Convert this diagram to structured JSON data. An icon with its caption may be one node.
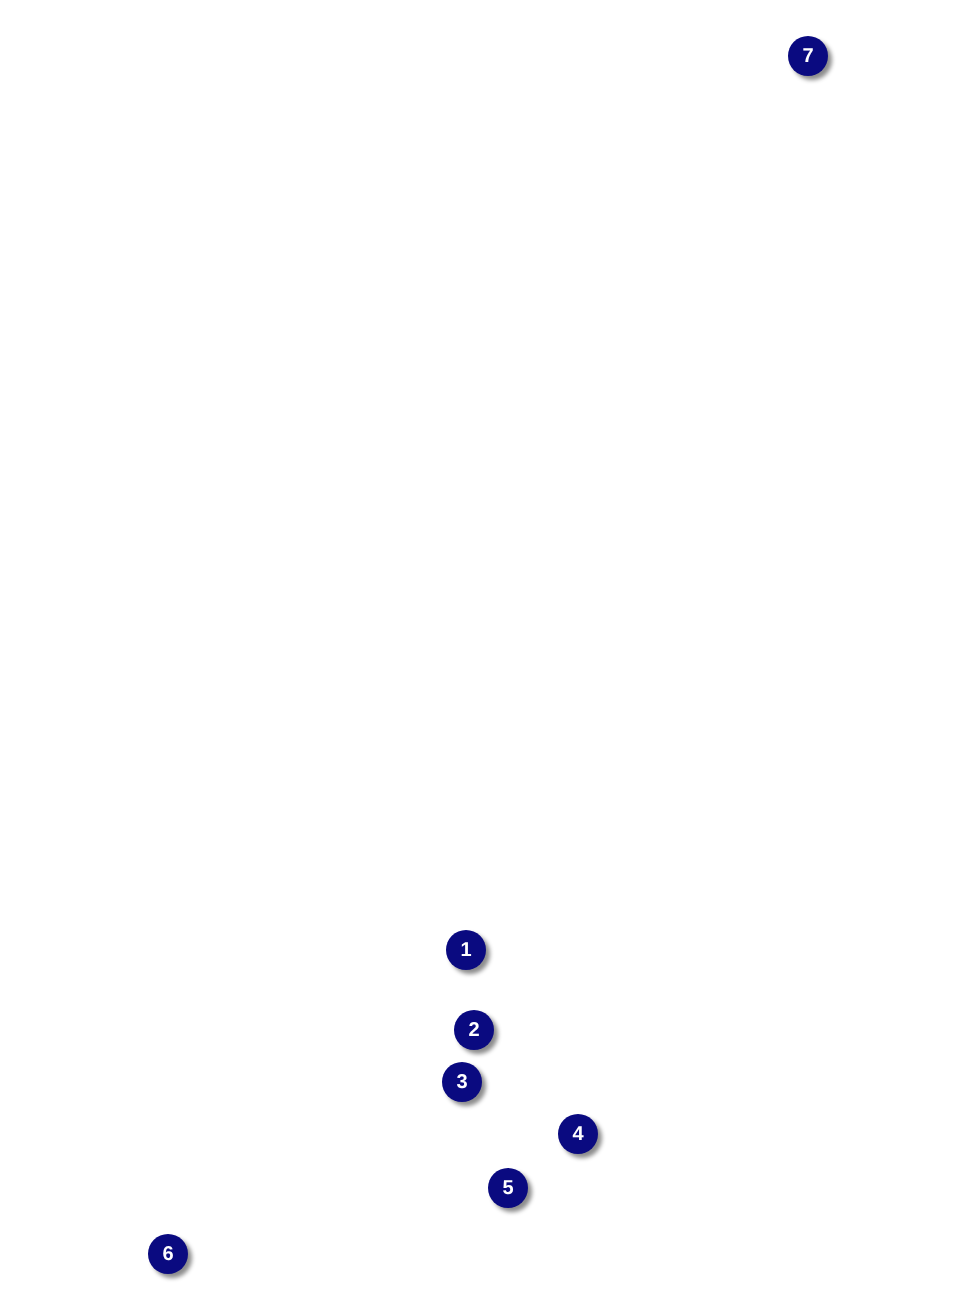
{
  "diagram": {
    "labels": [
      "7",
      "1",
      "2",
      "3",
      "4",
      "5",
      "6"
    ]
  }
}
